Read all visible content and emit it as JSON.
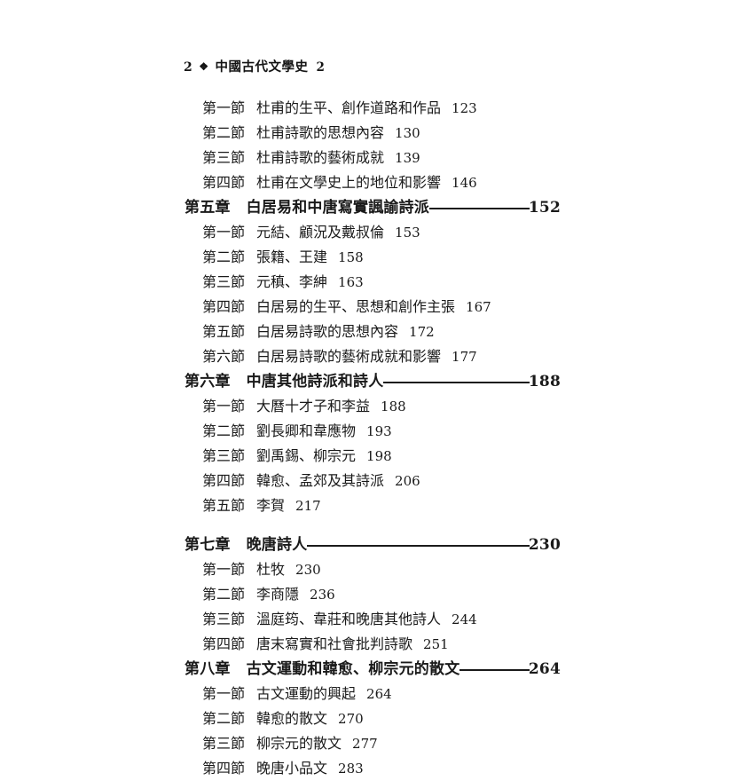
{
  "running_head": {
    "folio": "2",
    "ornament": "❖",
    "book_title": "中國古代文學史",
    "volume": "2"
  },
  "toc": {
    "groups": [
      {
        "chapter": null,
        "sections": [
          {
            "num": "第一節",
            "title": "杜甫的生平、創作道路和作品",
            "page": "123"
          },
          {
            "num": "第二節",
            "title": "杜甫詩歌的思想內容",
            "page": "130"
          },
          {
            "num": "第三節",
            "title": "杜甫詩歌的藝術成就",
            "page": "139"
          },
          {
            "num": "第四節",
            "title": "杜甫在文學史上的地位和影響",
            "page": "146"
          }
        ]
      },
      {
        "chapter": {
          "num": "第五章",
          "title": "白居易和中唐寫實諷諭詩派",
          "page": "152"
        },
        "sections": [
          {
            "num": "第一節",
            "title": "元結、顧況及戴叔倫",
            "page": "153"
          },
          {
            "num": "第二節",
            "title": "張籍、王建",
            "page": "158"
          },
          {
            "num": "第三節",
            "title": "元稹、李紳",
            "page": "163"
          },
          {
            "num": "第四節",
            "title": "白居易的生平、思想和創作主張",
            "page": "167"
          },
          {
            "num": "第五節",
            "title": "白居易詩歌的思想內容",
            "page": "172"
          },
          {
            "num": "第六節",
            "title": "白居易詩歌的藝術成就和影響",
            "page": "177"
          }
        ]
      },
      {
        "chapter": {
          "num": "第六章",
          "title": "中唐其他詩派和詩人",
          "page": "188"
        },
        "sections": [
          {
            "num": "第一節",
            "title": "大曆十才子和李益",
            "page": "188"
          },
          {
            "num": "第二節",
            "title": "劉長卿和韋應物",
            "page": "193"
          },
          {
            "num": "第三節",
            "title": "劉禹錫、柳宗元",
            "page": "198"
          },
          {
            "num": "第四節",
            "title": "韓愈、孟郊及其詩派",
            "page": "206"
          },
          {
            "num": "第五節",
            "title": "李賀",
            "page": "217"
          }
        ]
      },
      {
        "chapter": {
          "num": "第七章",
          "title": "晚唐詩人",
          "page": "230"
        },
        "sections": [
          {
            "num": "第一節",
            "title": "杜牧",
            "page": "230"
          },
          {
            "num": "第二節",
            "title": "李商隱",
            "page": "236"
          },
          {
            "num": "第三節",
            "title": "溫庭筠、韋莊和晚唐其他詩人",
            "page": "244"
          },
          {
            "num": "第四節",
            "title": "唐末寫實和社會批判詩歌",
            "page": "251"
          }
        ]
      },
      {
        "chapter": {
          "num": "第八章",
          "title": "古文運動和韓愈、柳宗元的散文",
          "page": "264"
        },
        "sections": [
          {
            "num": "第一節",
            "title": "古文運動的興起",
            "page": "264"
          },
          {
            "num": "第二節",
            "title": "韓愈的散文",
            "page": "270"
          },
          {
            "num": "第三節",
            "title": "柳宗元的散文",
            "page": "277"
          },
          {
            "num": "第四節",
            "title": "晚唐小品文",
            "page": "283"
          }
        ]
      }
    ]
  },
  "style": {
    "text_color": "#1a1a1a",
    "background_color": "#ffffff",
    "rule_color": "#1a1a1a"
  }
}
